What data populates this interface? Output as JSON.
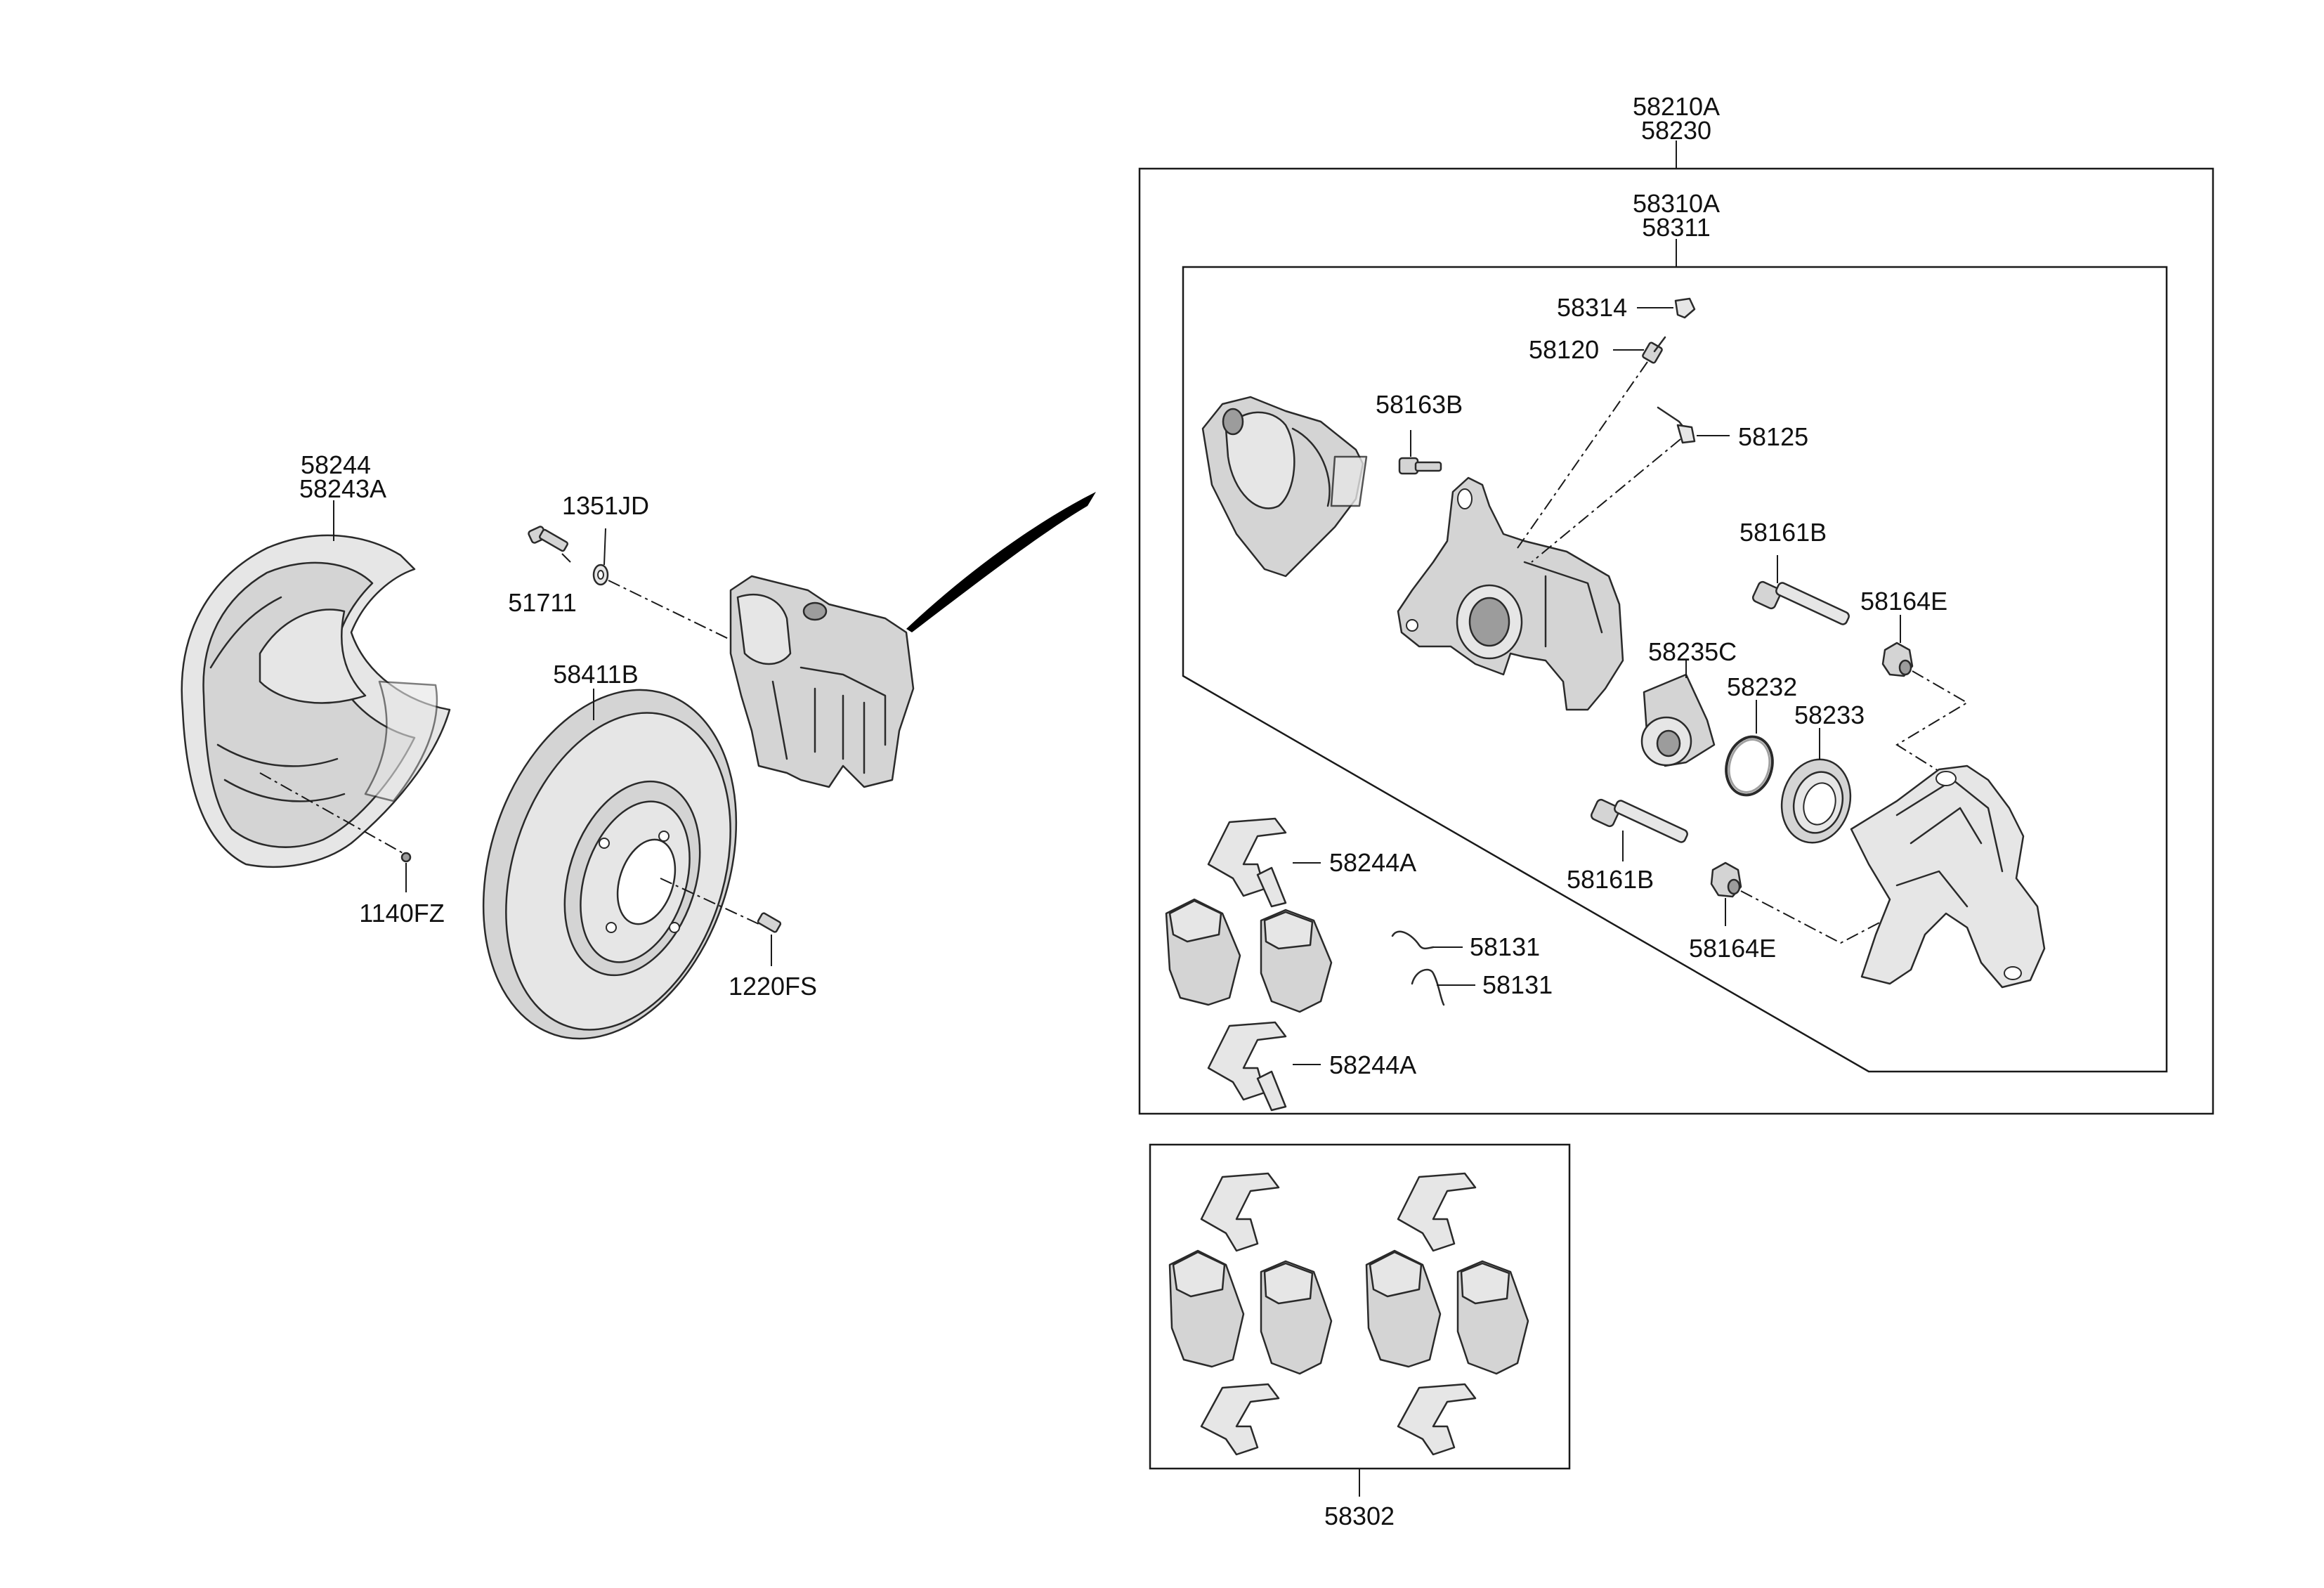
{
  "labels": {
    "assembly": "58210A",
    "assembly_alt": "58230",
    "caliper": "58310A",
    "caliper_alt": "58311",
    "bleed_cap": "58314",
    "bleeder_screw": "58120",
    "sensor": "58125",
    "bolt_58163b": "58163B",
    "guide_pin_upper": "58161B",
    "boot_upper": "58164E",
    "piston": "58235C",
    "piston_seal": "58232",
    "dust_boot": "58233",
    "guide_pin_lower": "58161B",
    "boot_lower": "58164E",
    "clip_upper": "58244A",
    "clip_lower": "58244A",
    "spring_1": "58131",
    "spring_2": "58131",
    "pad_kit": "58302",
    "dust_cover": "58244",
    "dust_cover_alt": "58243A",
    "cover_screw": "1140FZ",
    "washer": "1351JD",
    "mount_bolt": "51711",
    "disc": "58411B",
    "disc_screw": "1220FS"
  }
}
